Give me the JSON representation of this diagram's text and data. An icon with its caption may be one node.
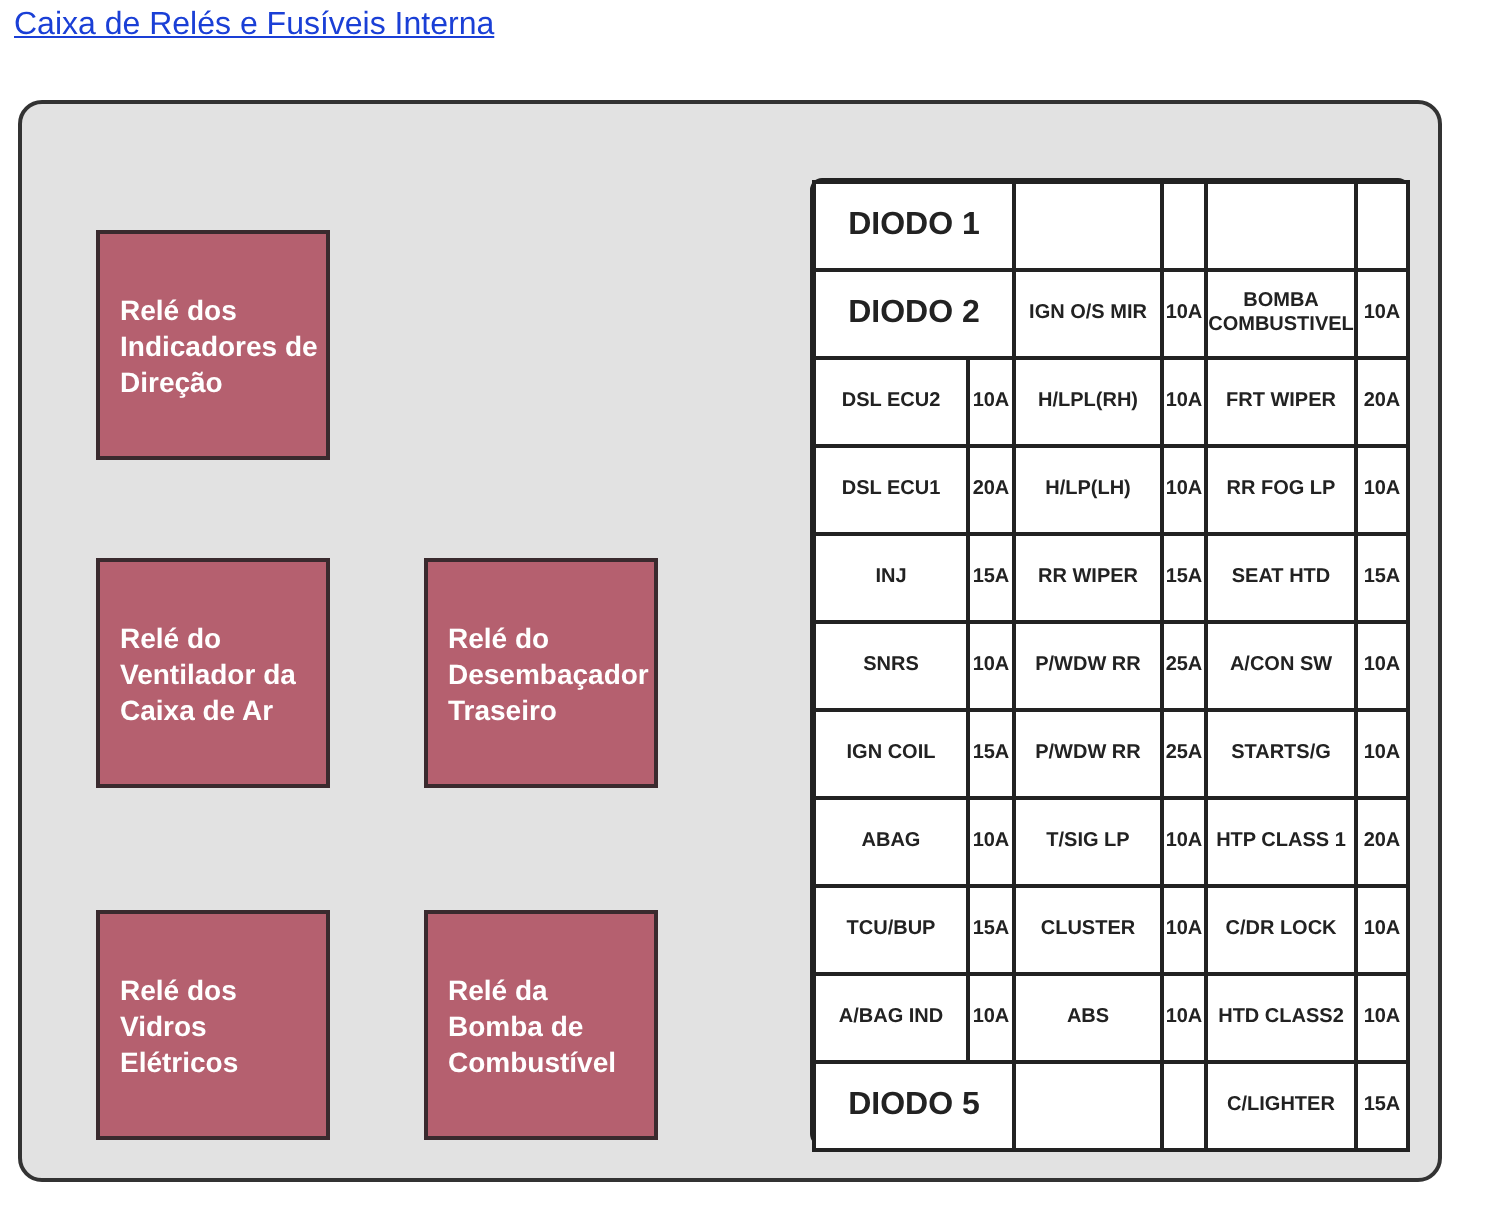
{
  "diagram": {
    "title": "Caixa de Relés e Fusíveis Interna",
    "nodes": [
      {
        "text": [],
        "shape": "box"
      },
      {
        "text": [
          "Relé dos Indicadores de Direção"
        ],
        "in": 0
      },
      {
        "text": [
          "Relé do Ventilador da Caixa de Ar"
        ],
        "in": 0
      },
      {
        "text": [
          "Relé do Desembaçador Traseiro"
        ],
        "in": 0
      },
      {
        "text": [
          "Relé dos Vidros Elétricos"
        ],
        "in": 0
      },
      {
        "text": [
          "Relé da Bomba de Combustível"
        ],
        "in": 0
      },
      {
        "text": [],
        "shape": "box",
        "in": 0
      },
      {
        "text": [
          "DIODO 1"
        ],
        "in": 6
      },
      {
        "text": [],
        "shape": "box",
        "in": 6
      },
      {
        "text": [],
        "shape": "box",
        "in": 6
      },
      {
        "text": [],
        "shape": "box",
        "in": 6
      },
      {
        "text": [],
        "shape": "box",
        "in": 6
      },
      {
        "text": [
          "DIODO 2"
        ],
        "in": 6
      },
      {
        "text": [
          "IGN O/S MIR"
        ],
        "in": 6
      },
      {
        "text": [
          "10A"
        ],
        "in": 6
      },
      {
        "text": [
          "BOMBA COMBUSTIVEL"
        ],
        "in": 6
      },
      {
        "text": [
          "10A"
        ],
        "in": 6
      },
      {
        "text": [
          "DSL ECU2"
        ],
        "in": 6
      },
      {
        "text": [
          "10A"
        ],
        "in": 6
      },
      {
        "text": [
          "H/LPL(RH)"
        ],
        "in": 6
      },
      {
        "text": [
          "10A"
        ],
        "in": 6
      },
      {
        "text": [
          "FRT WIPER"
        ],
        "in": 6
      },
      {
        "text": [
          "20A"
        ],
        "in": 6
      },
      {
        "text": [
          "DSL ECU1"
        ],
        "in": 6
      },
      {
        "text": [
          "20A"
        ],
        "in": 6
      },
      {
        "text": [
          "H/LP(LH)"
        ],
        "in": 6
      },
      {
        "text": [
          "10A"
        ],
        "in": 6
      },
      {
        "text": [
          "RR FOG LP"
        ],
        "in": 6
      },
      {
        "text": [
          "10A"
        ],
        "in": 6
      },
      {
        "text": [
          "INJ"
        ],
        "in": 6
      },
      {
        "text": [
          "15A"
        ],
        "in": 6
      },
      {
        "text": [
          "RR WIPER"
        ],
        "in": 6
      },
      {
        "text": [
          "15A"
        ],
        "in": 6
      },
      {
        "text": [
          "SEAT HTD"
        ],
        "in": 6
      },
      {
        "text": [
          "15A"
        ],
        "in": 6
      },
      {
        "text": [
          "SNRS"
        ],
        "in": 6
      },
      {
        "text": [
          "10A"
        ],
        "in": 6
      },
      {
        "text": [
          "P/WDW RR"
        ],
        "in": 6
      },
      {
        "text": [
          "25A"
        ],
        "in": 6
      },
      {
        "text": [
          "A/CON SW"
        ],
        "in": 6
      },
      {
        "text": [
          "10A"
        ],
        "in": 6
      },
      {
        "text": [
          "IGN COIL"
        ],
        "in": 6
      },
      {
        "text": [
          "15A"
        ],
        "in": 6
      },
      {
        "text": [
          "P/WDW RR"
        ],
        "in": 6
      },
      {
        "text": [
          "25A"
        ],
        "in": 6
      },
      {
        "text": [
          "STARTS/G"
        ],
        "in": 6
      },
      {
        "text": [
          "10A"
        ],
        "in": 6
      },
      {
        "text": [
          "ABAG"
        ],
        "in": 6
      },
      {
        "text": [
          "10A"
        ],
        "in": 6
      },
      {
        "text": [
          "T/SIG LP"
        ],
        "in": 6
      },
      {
        "text": [
          "10A"
        ],
        "in": 6
      },
      {
        "text": [
          "HTP CLASS 1"
        ],
        "in": 6
      },
      {
        "text": [
          "20A"
        ],
        "in": 6
      },
      {
        "text": [
          "TCU/BUP"
        ],
        "in": 6
      },
      {
        "text": [
          "15A"
        ],
        "in": 6
      },
      {
        "text": [
          "CLUSTER"
        ],
        "in": 6
      },
      {
        "text": [
          "10A"
        ],
        "in": 6
      },
      {
        "text": [
          "C/DR LOCK"
        ],
        "in": 6
      },
      {
        "text": [
          "10A"
        ],
        "in": 6
      },
      {
        "text": [
          "A/BAG IND"
        ],
        "in": 6
      },
      {
        "text": [
          "10A"
        ],
        "in": 6
      },
      {
        "text": [
          "ABS"
        ],
        "in": 6
      },
      {
        "text": [
          "10A"
        ],
        "in": 6
      },
      {
        "text": [
          "HTD CLASS2"
        ],
        "in": 6
      },
      {
        "text": [
          "10A"
        ],
        "in": 6
      },
      {
        "text": [
          "DIODO 5"
        ],
        "in": 6
      },
      {
        "text": [],
        "shape": "box",
        "in": 6
      },
      {
        "text": [],
        "shape": "box",
        "in": 6
      },
      {
        "text": [
          "C/LIGHTER"
        ],
        "in": 6
      },
      {
        "text": [
          "15A"
        ],
        "in": 6
      }
    ]
  }
}
